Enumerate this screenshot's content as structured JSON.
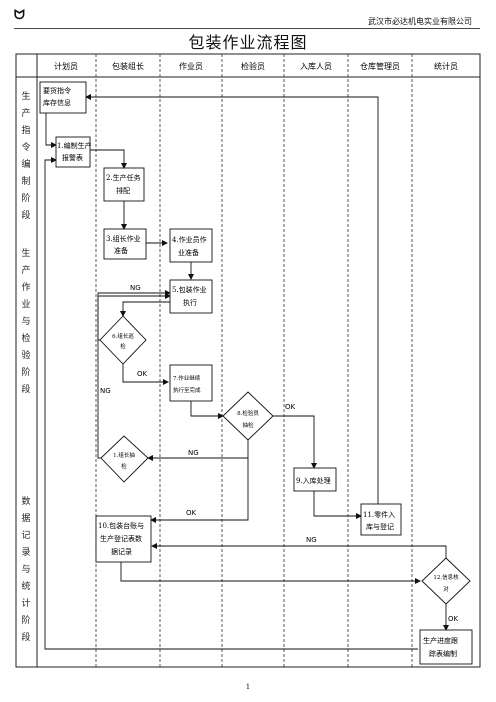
{
  "header": {
    "logo": "ᗢ",
    "company": "武汉市必达机电实业有限公司",
    "title": "包装作业流程图"
  },
  "columns": [
    "计划员",
    "包装组长",
    "作业员",
    "检验员",
    "入库人员",
    "仓库管理员",
    "统计员"
  ],
  "stages": [
    [
      "生",
      "产",
      "指",
      "令",
      "编",
      "制",
      "阶",
      "段"
    ],
    [
      "生",
      "产",
      "作",
      "业",
      "与",
      "检",
      "验",
      "阶",
      "段"
    ],
    [
      "数",
      "据",
      "记",
      "录",
      "与",
      "统",
      "计",
      "阶",
      "段"
    ]
  ],
  "nodes": {
    "n_require": [
      "要货指令",
      "库存信息"
    ],
    "n1": [
      "1.编制生产",
      "报警表"
    ],
    "n2": [
      "2.生产任务",
      "排配"
    ],
    "n3": [
      "3.组长作业",
      "准备"
    ],
    "n4": [
      "4.作业员作",
      "业准备"
    ],
    "n5": [
      "5.包装作业",
      "执行"
    ],
    "n6": [
      "6.组长巡",
      "检"
    ],
    "n7": [
      "7.作业继续",
      "执行至完成"
    ],
    "n8": [
      "8.检验员",
      "抽检"
    ],
    "n9": [
      "9.入库处理"
    ],
    "nj": [
      "1.组长抽",
      "检"
    ],
    "n10": [
      "10.包装台账与",
      "生产登记表数",
      "据记录"
    ],
    "n11": [
      "11.零件入",
      "库与登记"
    ],
    "n12": [
      "12.信息核",
      "对"
    ],
    "n_report": [
      "生产进度跟",
      "踪表编制"
    ]
  },
  "labels": {
    "ng": "NG",
    "ok": "OK"
  },
  "footer": {
    "page": "1"
  }
}
